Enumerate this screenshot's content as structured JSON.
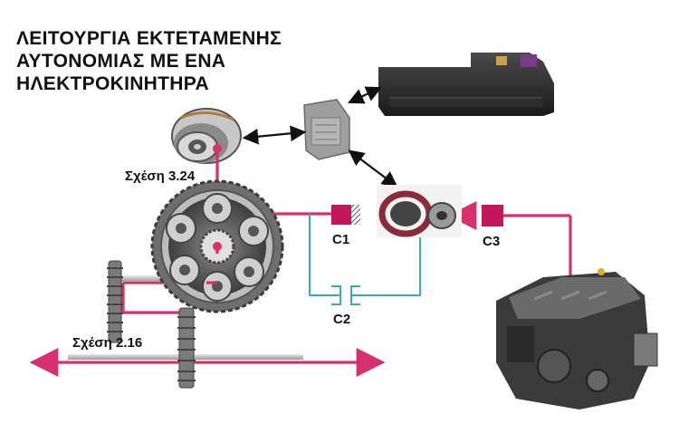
{
  "title": {
    "line1": "ΛΕΙΤΟΥΡΓΙΑ ΕΚΤΕΤΑΜΕΝΗΣ",
    "line2": "ΑΥΤΟΝΟΜΙΑΣ ΜΕ ΕΝΑ",
    "line3": "ΗΛΕΚΤΡΟΚΙΝΗΤΗΡΑ"
  },
  "labels": {
    "ratio_top": "Σχέση 3.24",
    "ratio_bottom": "Σχέση 2.16",
    "clutch1": "C1",
    "clutch2": "C2",
    "clutch3": "C3"
  },
  "colors": {
    "power_path": "#d6306e",
    "clutch_line": "#3aaab4",
    "clutch_box": "#c2185b",
    "arrow": "#111111",
    "gear": "#5a5a5a"
  }
}
